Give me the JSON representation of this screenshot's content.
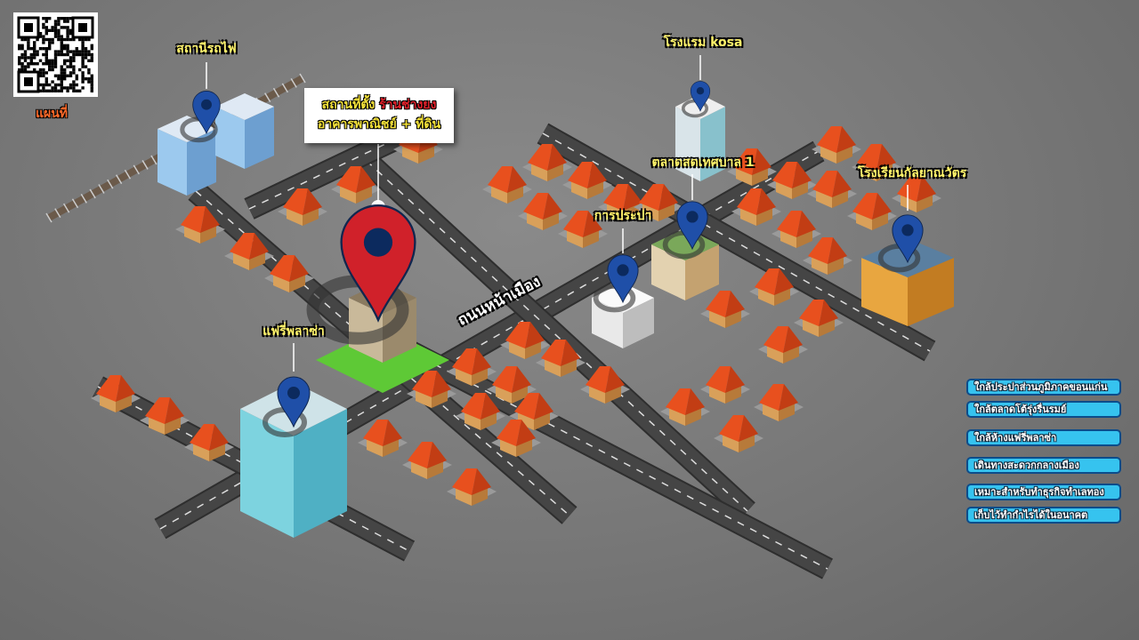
{
  "qr": {
    "label": "แผนที่"
  },
  "callout": {
    "line1_prefix": "สถานที่ตั้ง",
    "line1_highlight": "ร้านช่างยง",
    "line2": "อาคารพาณิชย์ + ที่ดิน"
  },
  "road_name": "ถนนหน้าเมือง",
  "landmarks": {
    "train_station": "สถานีรถไฟ",
    "hotel": "โรงแรม kosa",
    "market": "ตลาดสดเทศบาล 1",
    "school": "โรงเรียนกัลยาณวัตร",
    "waterworks": "การประปา",
    "plaza": "แฟรี่พลาซ่า"
  },
  "features": [
    "ใกล้ประปาส่วนภูมิภาคขอนแก่น",
    "ใกล้ตลาดโต้รุ่งรื่นรมย์",
    "ใกล้ห้างแฟรี่พลาซ่า",
    "เดินทางสะดวกกลางเมือง",
    "เหมาะสำหรับทำธุรกิจทำเลทอง",
    "เก็บไว้ทำกำไรได้ในอนาคต"
  ],
  "colors": {
    "pin_main": "#d0212a",
    "pin": "#1f4fa8",
    "roof": "#e8501e",
    "road": "#454545",
    "feature_bg": "#36c3ef"
  }
}
